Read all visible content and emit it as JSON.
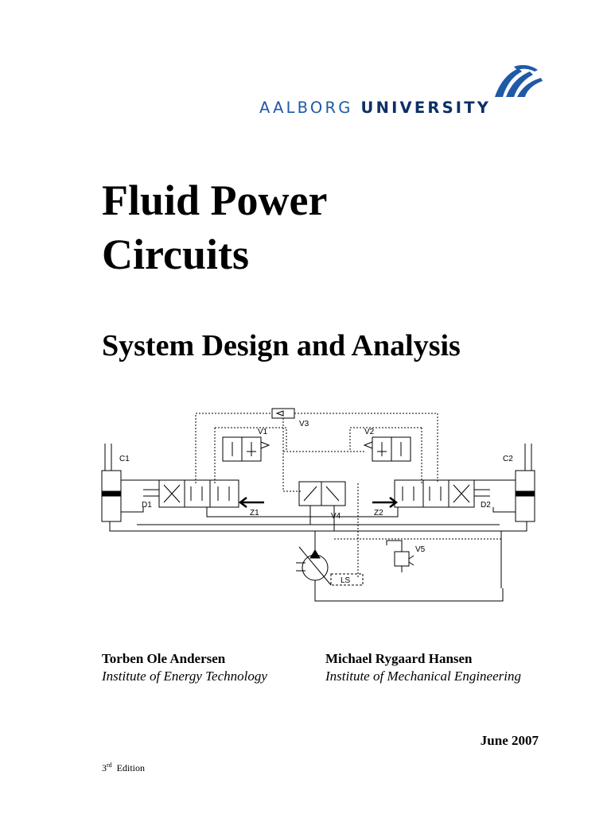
{
  "logo": {
    "word1": "AALBORG",
    "word2": "UNIVERSITY",
    "color_primary": "#1f5aa6",
    "color_dark": "#0d2f66"
  },
  "title_line1": "Fluid Power",
  "title_line2": "Circuits",
  "subtitle": "System Design and Analysis",
  "diagram_labels": {
    "v1": "V1",
    "v2": "V2",
    "v3": "V3",
    "v4": "V4",
    "v5": "V5",
    "c1": "C1",
    "c2": "C2",
    "d1": "D1",
    "d2": "D2",
    "z1": "Z1",
    "z2": "Z2",
    "ls": "LS"
  },
  "authors": [
    {
      "name": "Torben Ole Andersen",
      "institute": "Institute of Energy Technology"
    },
    {
      "name": "Michael Rygaard Hansen",
      "institute": "Institute of Mechanical Engineering"
    }
  ],
  "date": "June 2007",
  "edition": {
    "number": "3",
    "suffix": "rd",
    "label": "Edition"
  }
}
